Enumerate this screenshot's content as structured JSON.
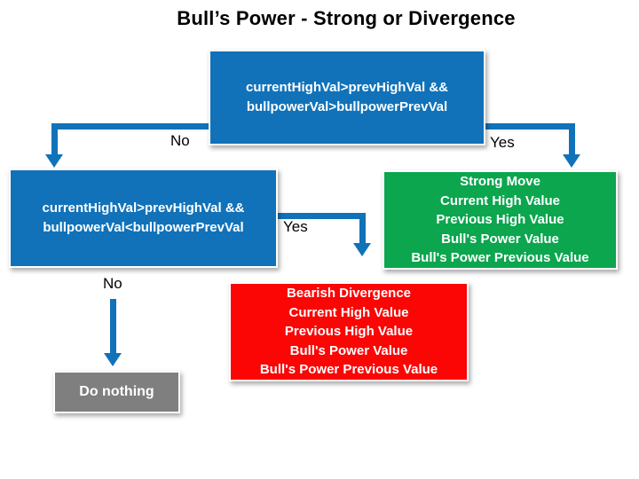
{
  "title": "Bull’s Power - Strong or Divergence",
  "colors": {
    "blue": "#1172B9",
    "green": "#0BA64E",
    "red": "#FB0505",
    "gray": "#7F7F7F",
    "text_on_fill": "#FFFFFF",
    "label_text": "#000000"
  },
  "nodes": {
    "condition_top": {
      "line1": "currentHighVal>prevHighVal &&",
      "line2": "bullpowerVal>bullpowerPrevVal"
    },
    "condition_left": {
      "line1": "currentHighVal>prevHighVal &&",
      "line2": "bullpowerVal<bullpowerPrevVal"
    },
    "strong_move": {
      "lines": [
        "Strong Move",
        "Current High Value",
        "Previous High Value",
        "Bull's Power Value",
        "Bull's Power Previous Value"
      ]
    },
    "bearish_divergence": {
      "lines": [
        "Bearish Divergence",
        "Current High Value",
        "Previous High Value",
        "Bull's Power Value",
        "Bull's Power Previous Value"
      ]
    },
    "do_nothing": {
      "label": "Do nothing"
    }
  },
  "edge_labels": {
    "top_no": "No",
    "top_yes": "Yes",
    "left_yes": "Yes",
    "left_no": "No"
  }
}
